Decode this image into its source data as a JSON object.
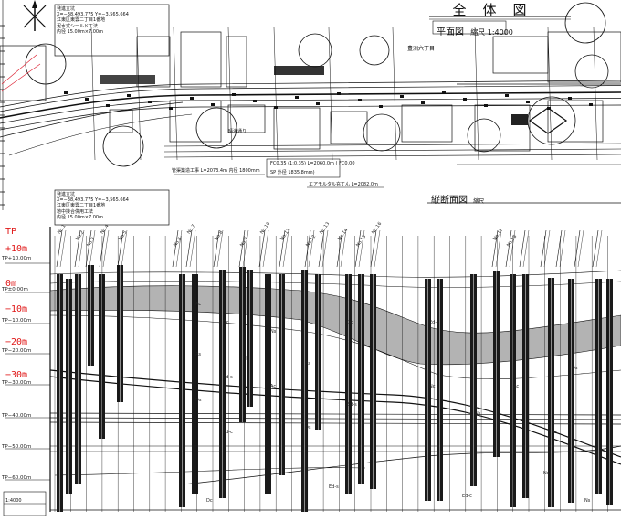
{
  "title": "全体図",
  "plan_view": {
    "label": "平面図",
    "scale": "縮尺 1:4000",
    "start_point": {
      "name": "発進立坑",
      "coords": "X=−38,493.775 Y=−3,565.664",
      "address": "江東区東雲二丁目1番地",
      "method": "泥水式シールド工法",
      "diameter": "内径 15.00m×7.00m"
    },
    "labels": [
      "豊洲六丁目",
      "晴海通り"
    ],
    "sections": [
      {
        "text": "管渠築造工事 L=2073.4m 内径 1800mm"
      },
      {
        "text": "FC0.35 (1:0.35) L=2060.0m ( FC0.00"
      },
      {
        "text": "SP 外径 1835.8mm)"
      },
      {
        "text": "エアモルタル充てん L=2082.0m"
      }
    ]
  },
  "profile_view": {
    "label": "縦断面図",
    "scale": "縮尺",
    "start_point": {
      "name": "発進立坑",
      "coords": "X=−38,493.775 Y=−3,565.664",
      "address": "江東区東雲二丁目1番地",
      "method": "地中接合併用工法",
      "diameter": "内径 15.00m×7.00m"
    }
  },
  "elevation_marks": [
    {
      "label": "TP",
      "color": "#e01818"
    },
    {
      "label": "+10m",
      "color": "#e01818"
    },
    {
      "label": "0m",
      "color": "#e01818"
    },
    {
      "label": "−10m",
      "color": "#e01818"
    },
    {
      "label": "−20m",
      "color": "#e01818"
    },
    {
      "label": "−30m",
      "color": "#e01818"
    }
  ],
  "tp_scale": [
    "TP+10.00m",
    "TP±0.00m",
    "TP−10.00m",
    "TP−20.00m",
    "TP−30.00m",
    "TP−40.00m",
    "TP−50.00m",
    "TP−60.00m"
  ],
  "boring_labels": [
    "No.1",
    "No.2",
    "No.3",
    "No.4",
    "No.5",
    "No.6",
    "No.7",
    "No.8",
    "No.9",
    "No.10",
    "No.11",
    "No.12",
    "No.13",
    "No.14",
    "No.15",
    "No.16",
    "No.17",
    "No.18"
  ],
  "strata_labels": [
    "Ac",
    "As",
    "Ds",
    "Dc",
    "Ed-s",
    "Ed-c",
    "Nc",
    "Ns"
  ],
  "bottom_note": "1:4000"
}
